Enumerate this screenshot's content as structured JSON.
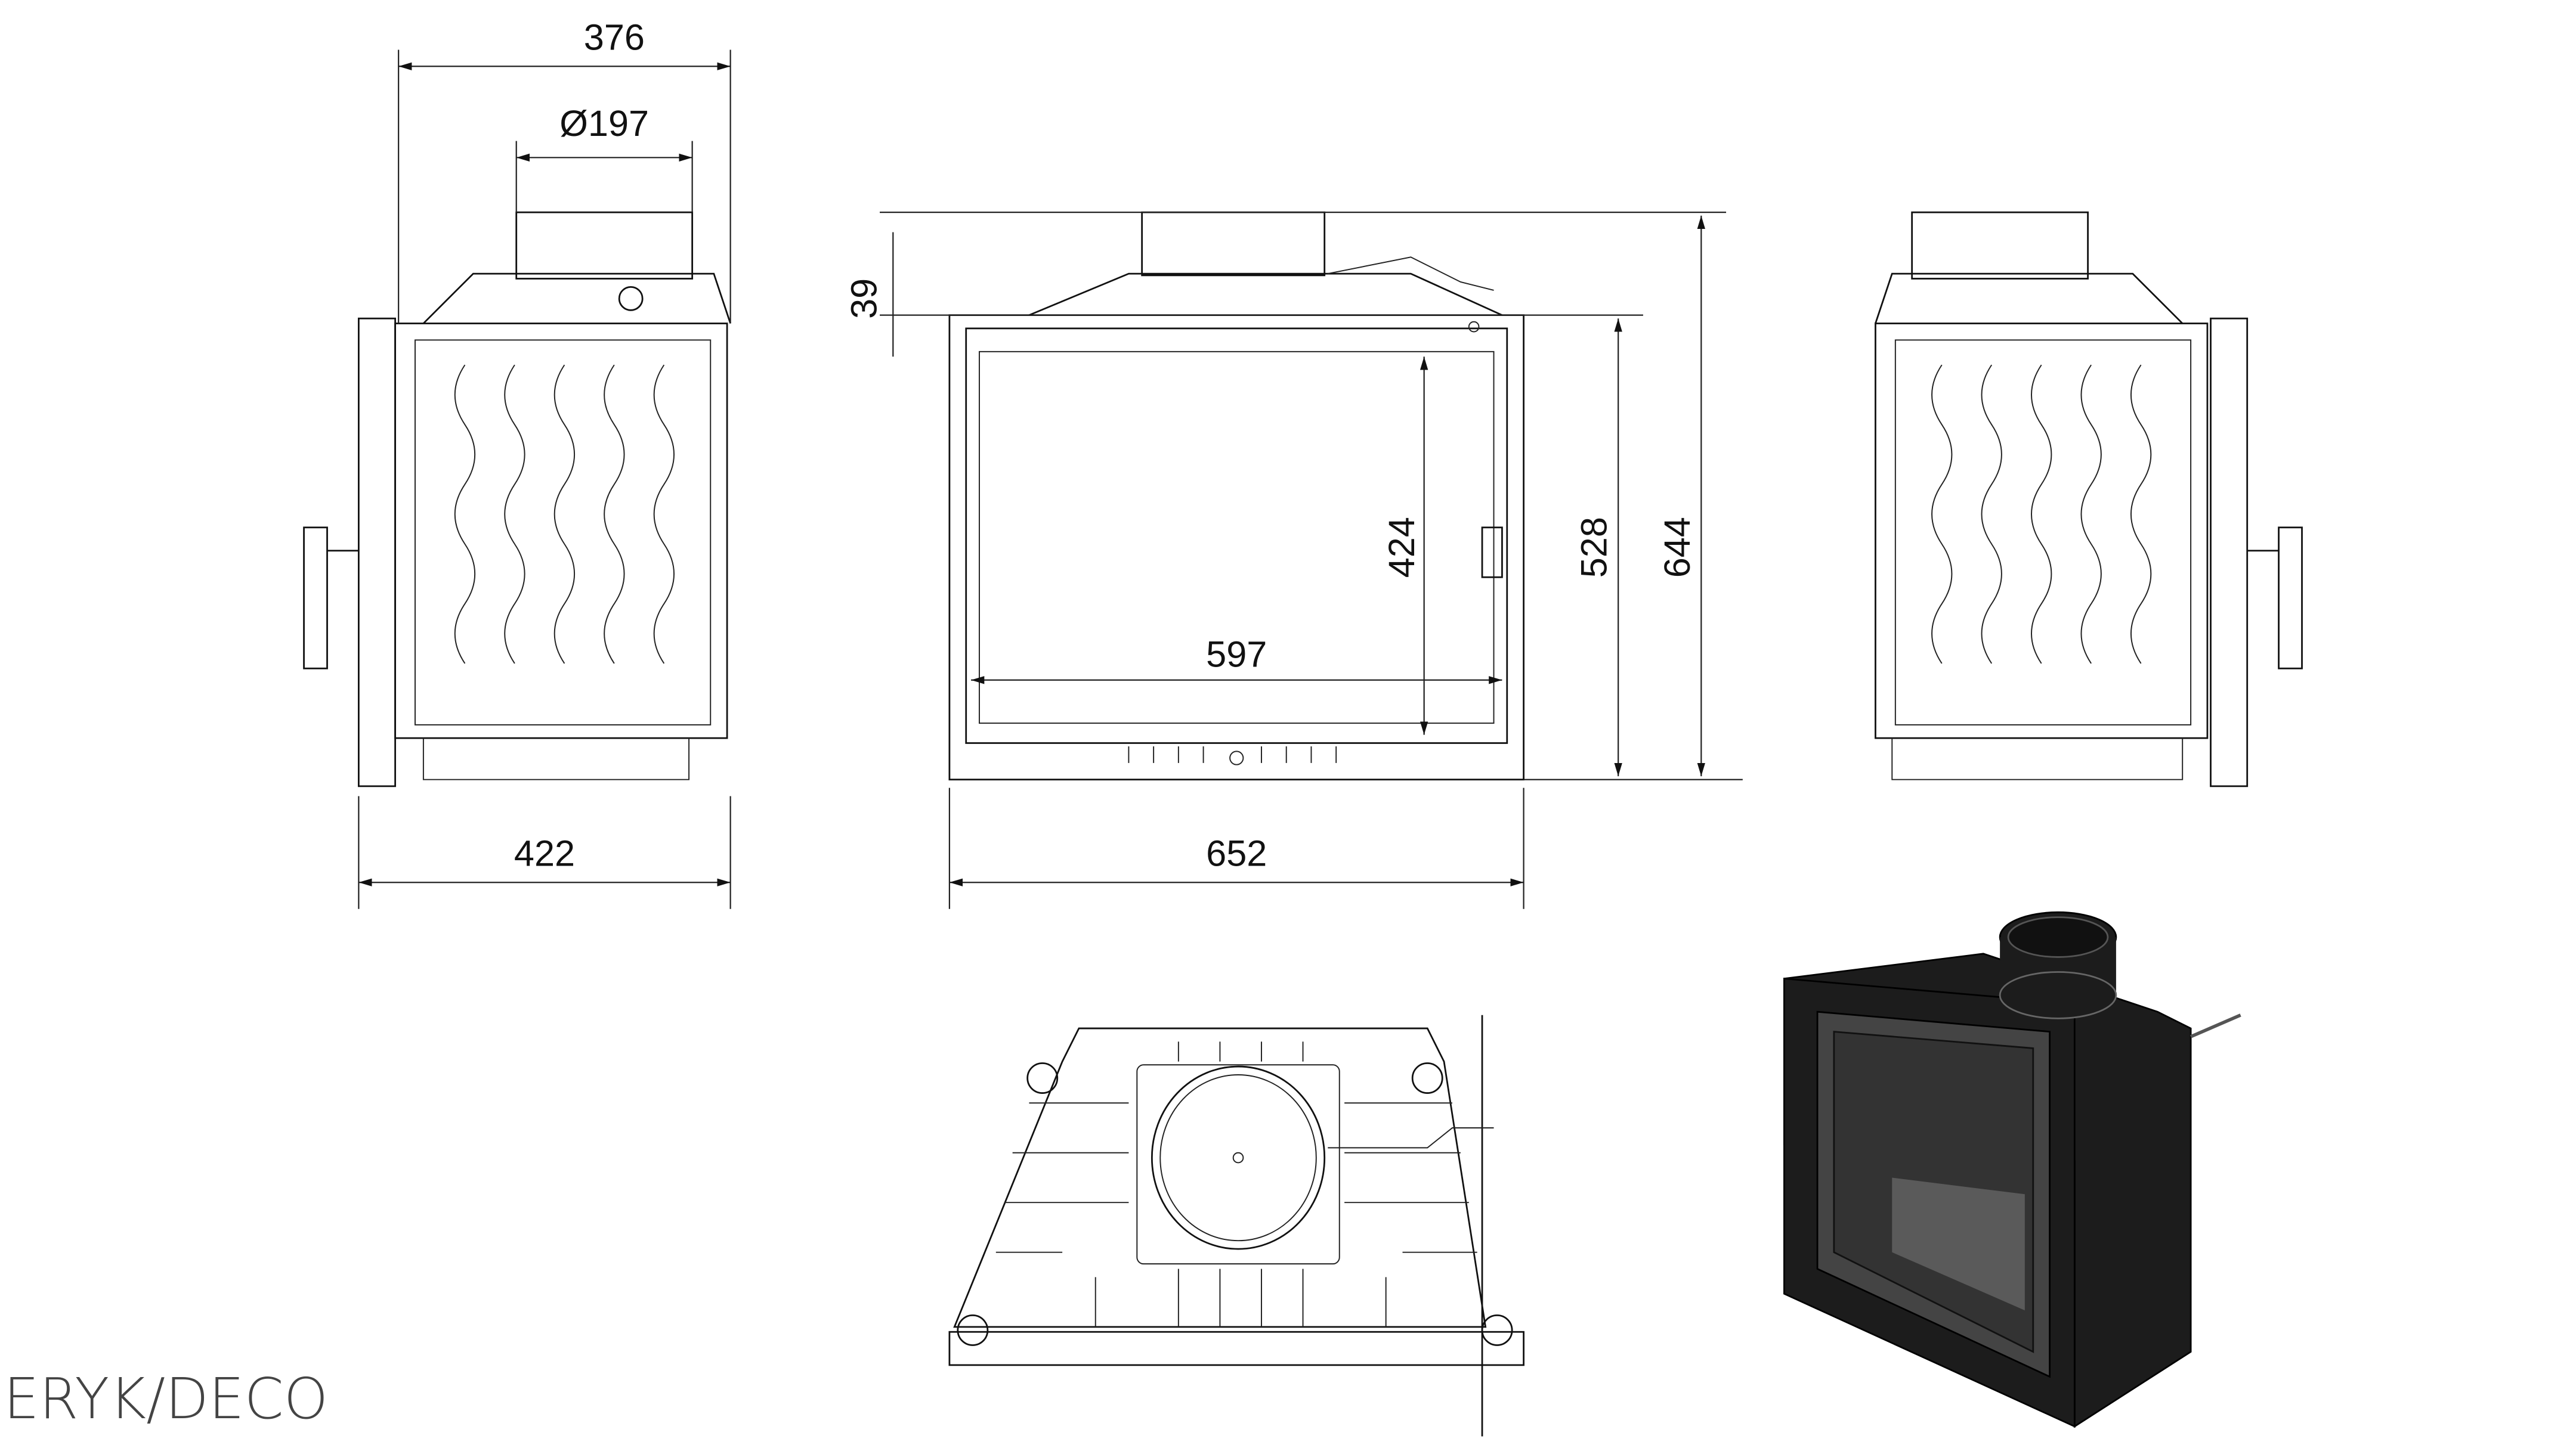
{
  "title": "ERYK/DECO",
  "dimensions": {
    "side_top_width": "376",
    "flue_diameter": "Ø197",
    "side_bottom_width": "422",
    "front_top_offset": "39",
    "glass_height": "424",
    "glass_width": "597",
    "front_height_body": "528",
    "front_height_total": "644",
    "front_width": "652"
  },
  "views": [
    "left-side-view",
    "front-view",
    "right-side-view",
    "top-view",
    "isometric-view"
  ]
}
